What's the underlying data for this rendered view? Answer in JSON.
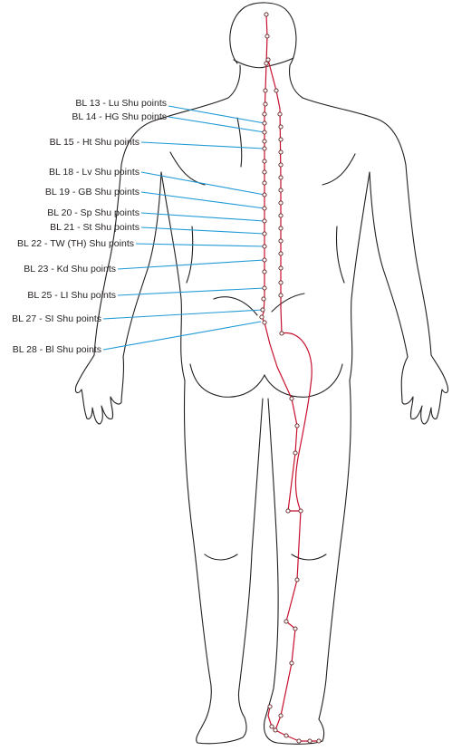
{
  "labels": [
    "BL 13 - Lu Shu points",
    "BL 14 - HG Shu points",
    "BL 15 - Ht Shu points",
    "BL 18 - Lv Shu points",
    "BL 19 - GB Shu points",
    "BL 20 - Sp Shu points",
    "BL 21 - St Shu points",
    "BL 22 - TW (TH) Shu points",
    "BL 23 - Kd Shu points",
    "BL 25 - LI Shu points",
    "BL 27 - SI Shu points",
    "BL 28 - Bl Shu points"
  ],
  "colors": {
    "outline": "#231f20",
    "leader": "#1e9ad6",
    "meridian": "#c8102e",
    "text": "#231f20"
  }
}
